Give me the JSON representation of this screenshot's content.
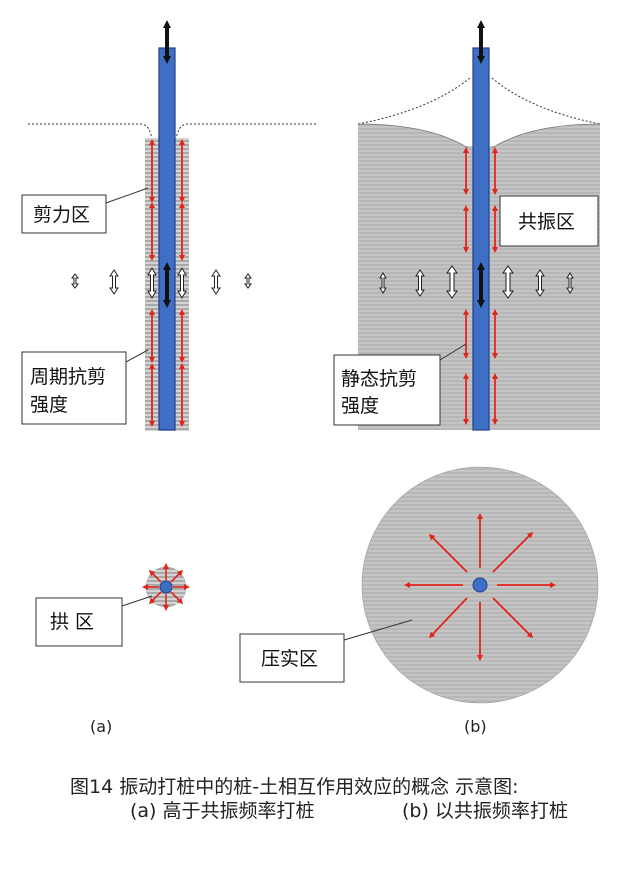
{
  "labels": {
    "shear_zone": "剪力区",
    "cyclic_shear_1": "周期抗剪",
    "cyclic_shear_2": "强度",
    "resonance_zone": "共振区",
    "static_shear_1": "静态抗剪",
    "static_shear_2": "强度",
    "arch_zone": "拱 区",
    "compaction_zone": "压实区",
    "panel_a": "(a)",
    "panel_b": "(b)"
  },
  "caption": {
    "line1": "图14   振动打桩中的桩-土相互作用效应的概念 示意图:",
    "line2_a": "(a) 高于共振频率打桩",
    "line2_b": "(b) 以共振频率打桩"
  },
  "colors": {
    "pile": "#3f6fc4",
    "pile_edge": "#1f3f8a",
    "soil": "#b4b4b4",
    "soil_line": "#c9c9c9",
    "arrow": "#e3241b",
    "outline": "#333333"
  },
  "icons": [
    "double-arrow-icon",
    "hollow-double-arrow-icon",
    "red-arrow-icon"
  ]
}
